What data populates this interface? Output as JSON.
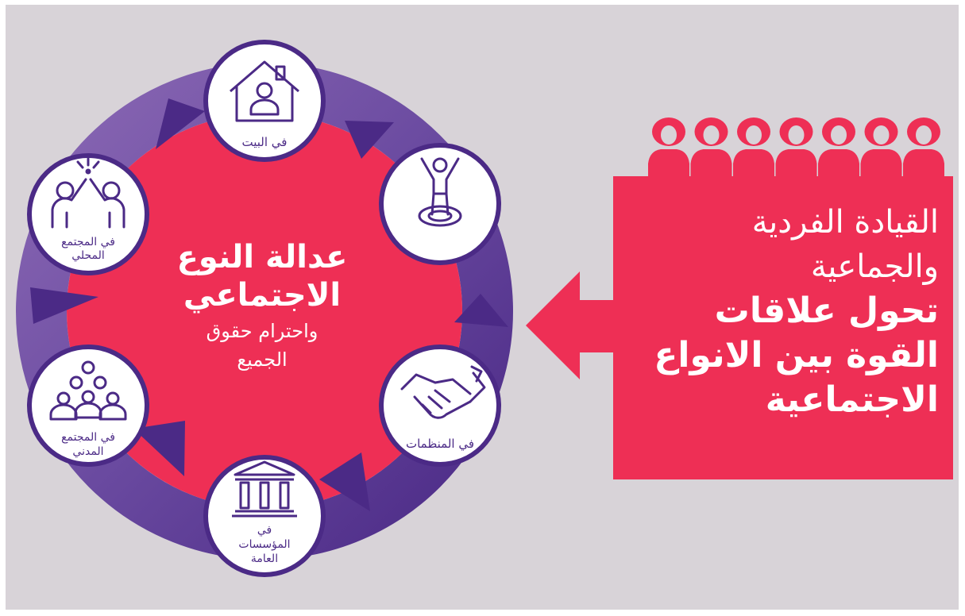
{
  "diagram": {
    "center": {
      "title_line1": "عدالة النوع",
      "title_line2": "الاجتماعي",
      "subtitle_line1": "واحترام حقوق",
      "subtitle_line2": "الجميع"
    },
    "nodes": [
      {
        "id": "home",
        "icon": "house-person-icon",
        "label_lines": [
          "في البيت"
        ]
      },
      {
        "id": "self",
        "icon": "person-on-target-icon",
        "label_lines": []
      },
      {
        "id": "organizations",
        "icon": "handshake-icon",
        "label_lines": [
          "في المنظمات"
        ]
      },
      {
        "id": "public-institutions",
        "icon": "government-building-icon",
        "label_lines": [
          "في",
          "المؤسسات",
          "العامة"
        ]
      },
      {
        "id": "civil-society",
        "icon": "group-of-people-icon",
        "label_lines": [
          "في المجتمع",
          "المدني"
        ]
      },
      {
        "id": "community",
        "icon": "high-five-icon",
        "label_lines": [
          "في المجتمع",
          "المحلي"
        ]
      }
    ]
  },
  "callout": {
    "line1": "القيادة الفردية",
    "line2": "والجماعية",
    "line3": "تحول علاقات",
    "line4": "القوة بين الانواع",
    "line5": "الاجتماعية",
    "people_icon": "row-of-women-icon",
    "people_count": 7
  },
  "colors": {
    "background": "#d8d3d8",
    "red": "#ee2f55",
    "purple_dark": "#4b2a86",
    "purple_light": "#8a68b4",
    "white": "#ffffff"
  }
}
